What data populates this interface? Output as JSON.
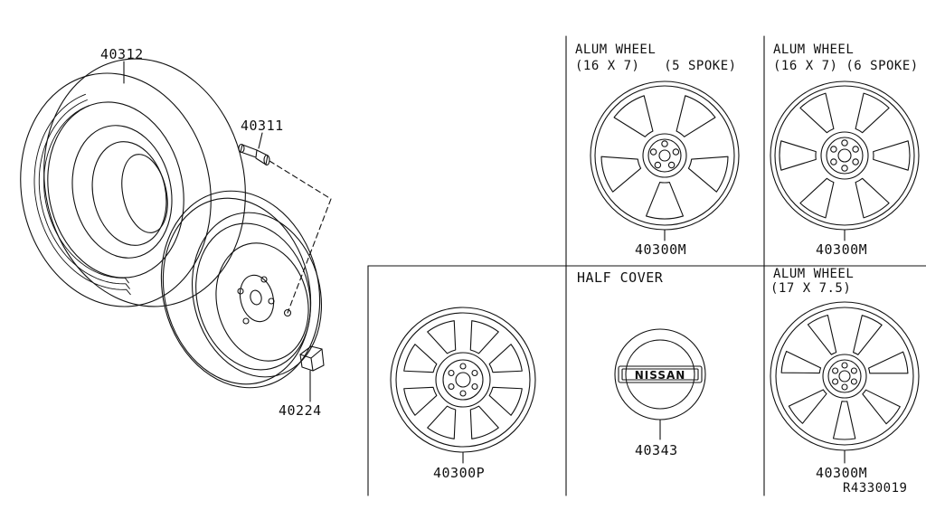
{
  "parts": {
    "tire": "40312",
    "valve": "40311",
    "nut": "40224",
    "steel_wheel": "40300P",
    "cap": "40343",
    "alum_5spoke": "40300M",
    "alum_6spoke": "40300M",
    "alum_17": "40300M"
  },
  "panels": {
    "five_spoke": {
      "line1": "ALUM WHEEL",
      "line2": "(16 X 7)   (5 SPOKE)"
    },
    "six_spoke": {
      "line1": "ALUM WHEEL",
      "line2": "(16 X 7) (6 SPOKE)"
    },
    "half_cover": {
      "line1": "HALF COVER"
    },
    "seventeen": {
      "line1": "ALUM WHEEL",
      "line2": "(17 X 7.5)"
    }
  },
  "cap_logo": "NISSAN",
  "diagram_ref": "R4330019"
}
